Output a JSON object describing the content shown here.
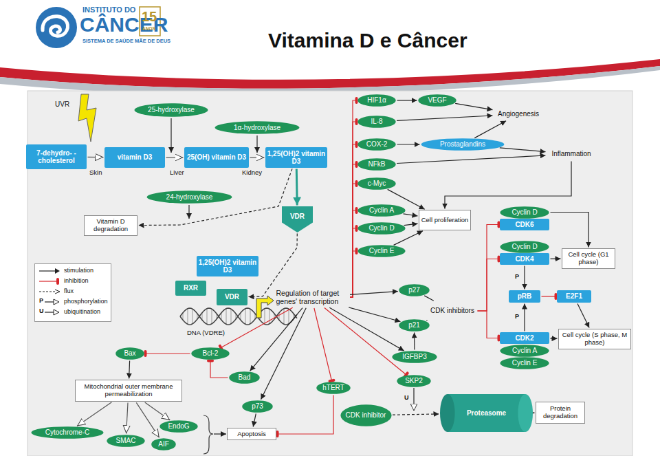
{
  "diagram": {
    "title": "Vitamina D e Câncer",
    "nodes": [
      {
        "text": [
          "7-dehydro- -cholesterol"
        ]
      },
      {
        "text": [
          "vitamin D3"
        ]
      },
      {
        "text": [
          "25(OH) vitamin D3"
        ]
      },
      {
        "text": [
          "1,25(OH)2 vitamin D3"
        ]
      },
      {
        "text": [
          "25-hydroxylase"
        ]
      },
      {
        "text": [
          "1α-hydroxylase"
        ]
      },
      {
        "text": [
          "24-hydroxylase"
        ]
      },
      {
        "text": [
          "Vitamin D degradation"
        ]
      },
      {
        "text": [
          "VDR"
        ]
      },
      {
        "text": [
          "1,25(OH)2 vitamin D3"
        ]
      },
      {
        "text": [
          "RXR"
        ]
      },
      {
        "text": [
          "VDR"
        ]
      },
      {
        "text": [
          "Regulation of target genes' transcription"
        ]
      },
      {
        "text": [
          "HIF1α"
        ]
      },
      {
        "text": [
          "VEGF"
        ]
      },
      {
        "text": [
          "Angiogenesis"
        ]
      },
      {
        "text": [
          "IL-8"
        ]
      },
      {
        "text": [
          "COX-2"
        ]
      },
      {
        "text": [
          "Prostaglandins"
        ]
      },
      {
        "text": [
          "Inflammation"
        ]
      },
      {
        "text": [
          "NFkB"
        ]
      },
      {
        "text": [
          "c-Myc"
        ]
      },
      {
        "text": [
          "Cyclin A"
        ]
      },
      {
        "text": [
          "Cyclin D"
        ]
      },
      {
        "text": [
          "Cyclin E"
        ]
      },
      {
        "text": [
          "Cell proliferation"
        ]
      },
      {
        "text": [
          "Cyclin D"
        ]
      },
      {
        "text": [
          "CDK6"
        ]
      },
      {
        "text": [
          "Cyclin D"
        ]
      },
      {
        "text": [
          "CDK4"
        ]
      },
      {
        "text": [
          "Cell cycle (G1 phase)"
        ]
      },
      {
        "text": [
          "pRB"
        ]
      },
      {
        "text": [
          "E2F1"
        ]
      },
      {
        "text": [
          "CDK2"
        ]
      },
      {
        "text": [
          "Cyclin A"
        ]
      },
      {
        "text": [
          "Cyclin E"
        ]
      },
      {
        "text": [
          "Cell cycle (S phase, M phase)"
        ]
      },
      {
        "text": [
          "p27"
        ]
      },
      {
        "text": [
          "CDK inhibitors"
        ]
      },
      {
        "text": [
          "p21"
        ]
      },
      {
        "text": [
          "IGFBP3"
        ]
      },
      {
        "text": [
          "SKP2"
        ]
      },
      {
        "text": [
          "Proteasome"
        ]
      },
      {
        "text": [
          "Protein degradation"
        ]
      },
      {
        "text": [
          "CDK inhibitor"
        ]
      },
      {
        "text": [
          "hTERT"
        ]
      },
      {
        "text": [
          "p73"
        ]
      },
      {
        "text": [
          "Apoptosis"
        ]
      },
      {
        "text": [
          "Bcl-2"
        ]
      },
      {
        "text": [
          "Bad"
        ]
      },
      {
        "text": [
          "Bax"
        ]
      },
      {
        "text": [
          "Mitochondrial outer membrane permeabilization"
        ]
      },
      {
        "text": [
          "EndoG"
        ]
      },
      {
        "text": [
          "Cytochrome-C"
        ]
      },
      {
        "text": [
          "SMAC"
        ]
      },
      {
        "text": [
          "AIF"
        ]
      }
    ],
    "edges": [
      {
        "from": 0,
        "to": 1,
        "arrow": "to"
      },
      {
        "from": 1,
        "to": 2,
        "arrow": "to"
      },
      {
        "from": 2,
        "to": 3,
        "arrow": "to"
      },
      {
        "from": 3,
        "to": 7,
        "arrow": "to"
      },
      {
        "from": 3,
        "to": 8,
        "arrow": "to"
      },
      {
        "from": 8,
        "to": 11,
        "arrow": "to"
      },
      {
        "from": 12,
        "to": 13,
        "arrow": "to"
      },
      {
        "from": 12,
        "to": 16,
        "arrow": "to"
      },
      {
        "from": 12,
        "to": 17,
        "arrow": "to"
      },
      {
        "from": 12,
        "to": 20,
        "arrow": "to"
      },
      {
        "from": 12,
        "to": 21,
        "arrow": "to"
      },
      {
        "from": 12,
        "to": 22,
        "arrow": "to"
      },
      {
        "from": 12,
        "to": 23,
        "arrow": "to"
      },
      {
        "from": 12,
        "to": 24,
        "arrow": "to"
      },
      {
        "from": 13,
        "to": 14,
        "arrow": "to"
      },
      {
        "from": 14,
        "to": 15,
        "arrow": "to"
      },
      {
        "from": 16,
        "to": 15,
        "arrow": "to"
      },
      {
        "from": 17,
        "to": 18,
        "arrow": "to"
      },
      {
        "from": 18,
        "to": 15,
        "arrow": "to"
      },
      {
        "from": 18,
        "to": 19,
        "arrow": "to"
      },
      {
        "from": 20,
        "to": 19,
        "arrow": "to"
      },
      {
        "from": 21,
        "to": 25,
        "arrow": "to"
      },
      {
        "from": 22,
        "to": 25,
        "arrow": "to"
      },
      {
        "from": 23,
        "to": 25,
        "arrow": "to"
      },
      {
        "from": 24,
        "to": 25,
        "arrow": "to"
      },
      {
        "from": 19,
        "to": 25,
        "arrow": "to"
      },
      {
        "from": 26,
        "to": 30,
        "arrow": "to"
      },
      {
        "from": 29,
        "to": 30,
        "arrow": "to"
      },
      {
        "from": 38,
        "to": 27,
        "arrow": "to"
      },
      {
        "from": 38,
        "to": 29,
        "arrow": "to"
      },
      {
        "from": 38,
        "to": 33,
        "arrow": "to"
      },
      {
        "from": 29,
        "to": 31,
        "label": "P",
        "arrow": "to"
      },
      {
        "from": 33,
        "to": 31,
        "label": "P",
        "arrow": "to"
      },
      {
        "from": 31,
        "to": 32,
        "arrow": "to"
      },
      {
        "from": 32,
        "to": 36,
        "arrow": "to"
      },
      {
        "from": 33,
        "to": 36,
        "arrow": "to"
      },
      {
        "from": 12,
        "to": 37,
        "arrow": "to"
      },
      {
        "from": 12,
        "to": 39,
        "arrow": "to"
      },
      {
        "from": 37,
        "to": 38,
        "arrow": "none"
      },
      {
        "from": 39,
        "to": 38,
        "arrow": "none"
      },
      {
        "from": 40,
        "to": 39,
        "arrow": "to"
      },
      {
        "from": 12,
        "to": 40,
        "arrow": "to"
      },
      {
        "from": 12,
        "to": 41,
        "arrow": "to"
      },
      {
        "from": 44,
        "to": 42,
        "arrow": "to"
      },
      {
        "from": 42,
        "to": 43,
        "arrow": "to"
      },
      {
        "from": 12,
        "to": 45,
        "arrow": "to"
      },
      {
        "from": 45,
        "to": 47,
        "arrow": "to"
      },
      {
        "from": 12,
        "to": 46,
        "arrow": "to"
      },
      {
        "from": 46,
        "to": 47,
        "arrow": "to"
      },
      {
        "from": 12,
        "to": 49,
        "arrow": "to"
      },
      {
        "from": 12,
        "to": 48,
        "arrow": "to"
      },
      {
        "from": 49,
        "to": 48,
        "arrow": "to"
      },
      {
        "from": 48,
        "to": 50,
        "arrow": "to"
      },
      {
        "from": 50,
        "to": 51,
        "arrow": "to"
      },
      {
        "from": 51,
        "to": 53,
        "arrow": "to"
      },
      {
        "from": 51,
        "to": 54,
        "arrow": "to"
      },
      {
        "from": 51,
        "to": 55,
        "arrow": "to"
      },
      {
        "from": 51,
        "to": 52,
        "arrow": "to"
      }
    ],
    "labels": [
      "UVR",
      "Skin",
      "Liver",
      "Kidney",
      "DNA (VDRE)",
      "P",
      "U",
      "U",
      "INSTITUTO DO",
      "CÂNCER",
      "SISTEMA DE SAÚDE MÃE DE DEUS",
      "15",
      "ANOS"
    ],
    "legend": [
      {
        "text": "stimulation"
      },
      {
        "text": "inhibition"
      },
      {
        "text": "flux"
      },
      {
        "text": "phosphorylation"
      },
      {
        "text": "ubiquitination"
      }
    ]
  }
}
